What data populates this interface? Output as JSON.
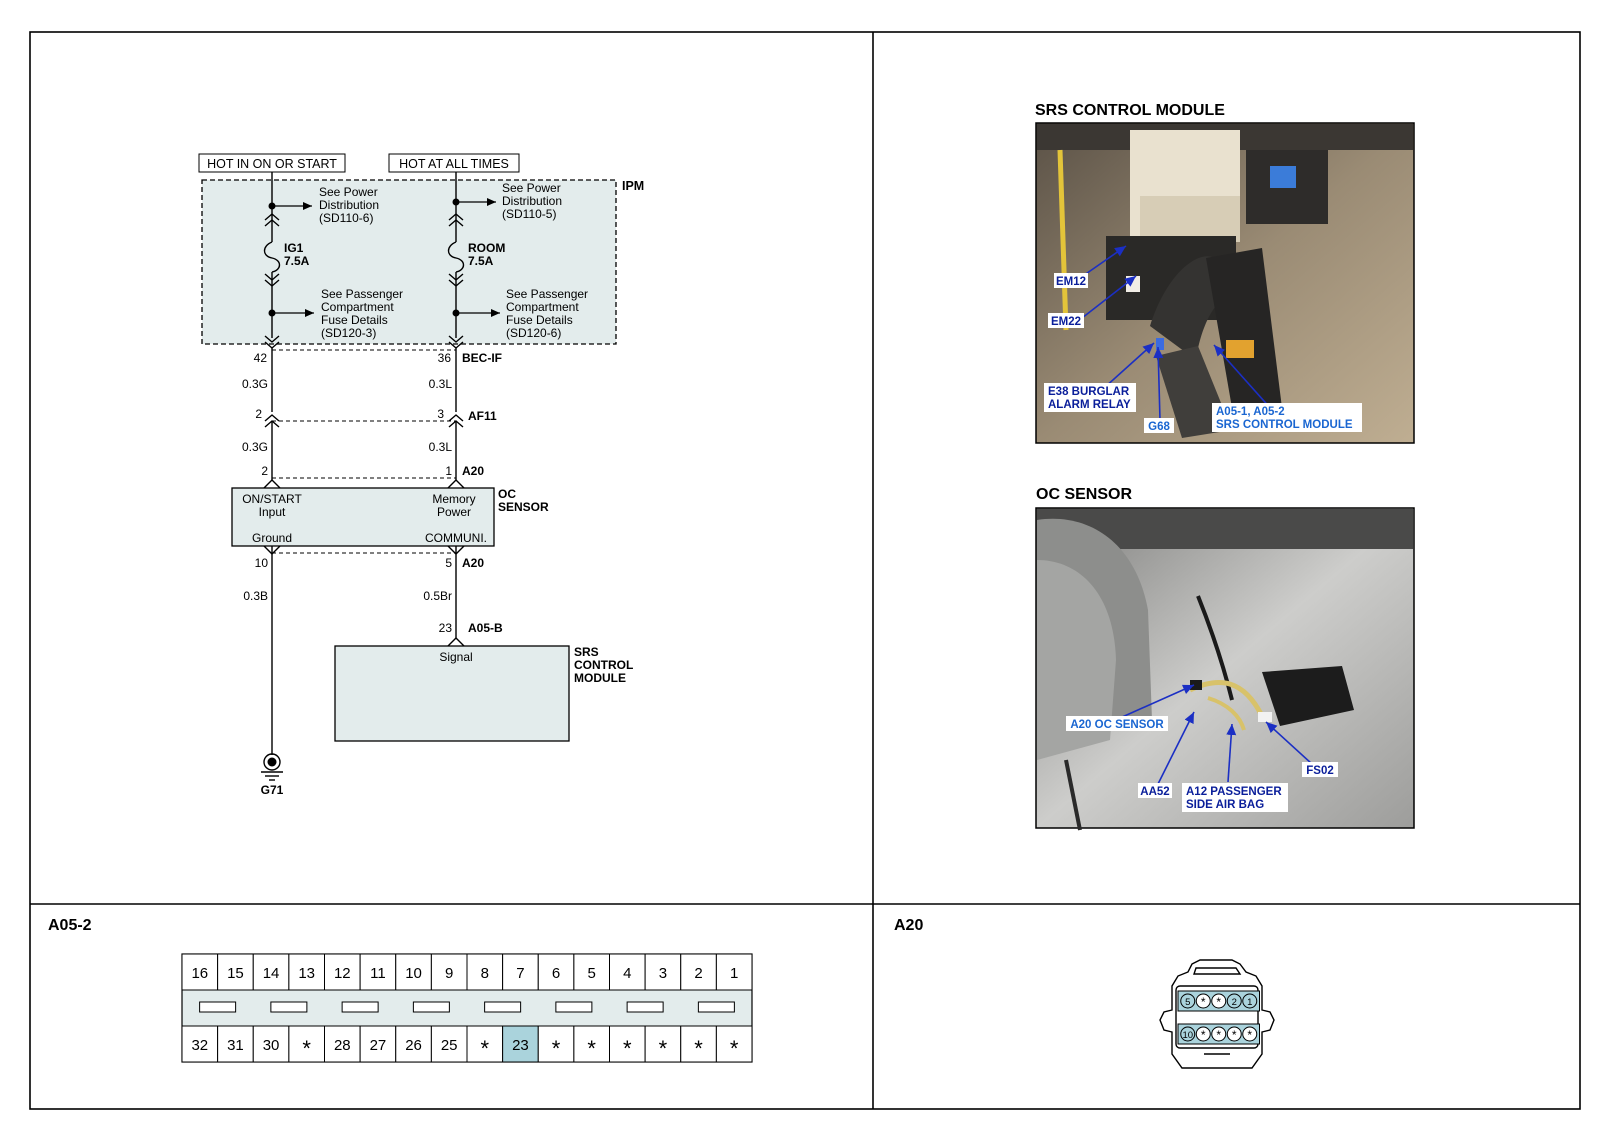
{
  "colors": {
    "ipm_fill": "#e3ecec",
    "connector_highlight": "#aad3dc",
    "callout_text": "#0a1e9a",
    "callout_alt_text": "#1a66d1",
    "callout_arrow": "#1b2fc4"
  },
  "schematic": {
    "hot_on_start": "HOT IN ON OR START",
    "hot_all_times": "HOT AT ALL TIMES",
    "ipm": "IPM",
    "left_top_ref": [
      "See Power",
      "Distribution",
      "(SD110-6)"
    ],
    "right_top_ref": [
      "See Power",
      "Distribution",
      "(SD110-5)"
    ],
    "fuse_left": [
      "IG1",
      "7.5A"
    ],
    "fuse_right": [
      "ROOM",
      "7.5A"
    ],
    "left_bottom_ref": [
      "See Passenger",
      "Compartment",
      "Fuse Details",
      "(SD120-3)"
    ],
    "right_bottom_ref": [
      "See Passenger",
      "Compartment",
      "Fuse Details",
      "(SD120-6)"
    ],
    "pin_42": "42",
    "pin_36": "36",
    "conn_bec_if": "BEC-IF",
    "wire_03g_a": "0.3G",
    "wire_03l_a": "0.3L",
    "pin_2a": "2",
    "pin_3": "3",
    "conn_af11": "AF11",
    "wire_03g_b": "0.3G",
    "wire_03l_b": "0.3L",
    "pin_2b": "2",
    "pin_1": "1",
    "conn_a20_top": "A20",
    "oc_on_start": "ON/START",
    "oc_input": "Input",
    "oc_memory": "Memory",
    "oc_power": "Power",
    "oc_ground": "Ground",
    "oc_communi": "COMMUNI.",
    "oc_sensor_label": [
      "OC",
      "SENSOR"
    ],
    "pin_10": "10",
    "pin_5": "5",
    "conn_a20_bottom": "A20",
    "wire_03b": "0.3B",
    "wire_05br": "0.5Br",
    "pin_23": "23",
    "conn_a05b": "A05-B",
    "srs_signal": "Signal",
    "srs_label": [
      "SRS",
      "CONTROL",
      "MODULE"
    ],
    "ground_label": "G71"
  },
  "photos": {
    "srs_title": "SRS CONTROL MODULE",
    "srs_callouts": {
      "em12": "EM12",
      "em22": "EM22",
      "e38": [
        "E38 BURGLAR",
        "ALARM RELAY"
      ],
      "g68": "G68",
      "a05": [
        "A05-1, A05-2",
        "SRS CONTROL MODULE"
      ]
    },
    "oc_title": "OC SENSOR",
    "oc_callouts": {
      "a20": "A20 OC SENSOR",
      "aa52": "AA52",
      "a12": [
        "A12 PASSENGER",
        "SIDE AIR BAG"
      ],
      "fs02": "FS02"
    }
  },
  "connector_a05_2": {
    "title": "A05-2",
    "top_row": [
      "16",
      "15",
      "14",
      "13",
      "12",
      "11",
      "10",
      "9",
      "8",
      "7",
      "6",
      "5",
      "4",
      "3",
      "2",
      "1"
    ],
    "bottom_row": [
      "32",
      "31",
      "30",
      "*",
      "28",
      "27",
      "26",
      "25",
      "*",
      "23",
      "*",
      "*",
      "*",
      "*",
      "*",
      "*"
    ],
    "highlight": "23"
  },
  "connector_a20": {
    "title": "A20",
    "top_row": [
      "5",
      "*",
      "*",
      "2",
      "1"
    ],
    "bottom_row": [
      "10",
      "*",
      "*",
      "*",
      "*"
    ]
  }
}
